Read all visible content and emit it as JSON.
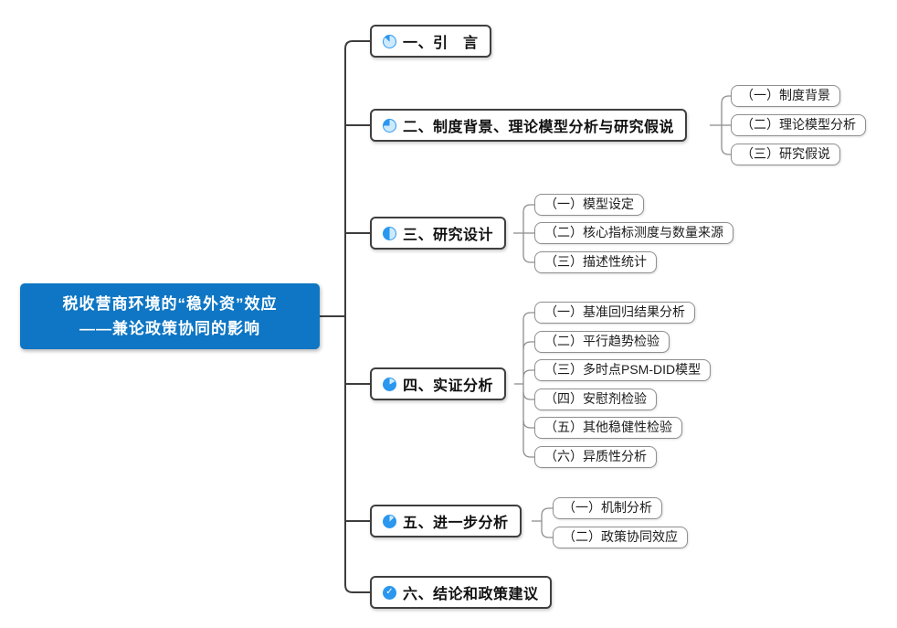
{
  "root": {
    "line1": "税收营商环境的“稳外资”效应",
    "line2": "——兼论政策协同的影响"
  },
  "branches": [
    {
      "label": "一、引　言",
      "icon": "progress-1-8-icon",
      "children": []
    },
    {
      "label": "二、制度背景、理论模型分析与研究假说",
      "icon": "progress-1-4-icon",
      "children": [
        "（一）制度背景",
        "（二）理论模型分析",
        "（三）研究假说"
      ]
    },
    {
      "label": "三、研究设计",
      "icon": "progress-1-2-icon",
      "children": [
        "（一）模型设定",
        "（二）核心指标测度与数量来源",
        "（三）描述性统计"
      ]
    },
    {
      "label": "四、实证分析",
      "icon": "progress-3-4-icon",
      "children": [
        "（一）基准回归结果分析",
        "（二）平行趋势检验",
        "（三）多时点PSM-DID模型",
        "（四）安慰剂检验",
        "（五）其他稳健性检验",
        "（六）异质性分析"
      ]
    },
    {
      "label": "五、进一步分析",
      "icon": "progress-7-8-icon",
      "children": [
        "（一）机制分析",
        "（二）政策协同效应"
      ]
    },
    {
      "label": "六、结论和政策建议",
      "icon": "check-circle-icon",
      "children": []
    }
  ],
  "icons": {
    "check_glyph": "✓"
  },
  "colors": {
    "root_bg": "#0E76C4",
    "icon_blue": "#2B97EE",
    "icon_light": "#CDEAFD",
    "connector_main": "#3d3d3d",
    "connector_sub": "#8f8f8f"
  }
}
